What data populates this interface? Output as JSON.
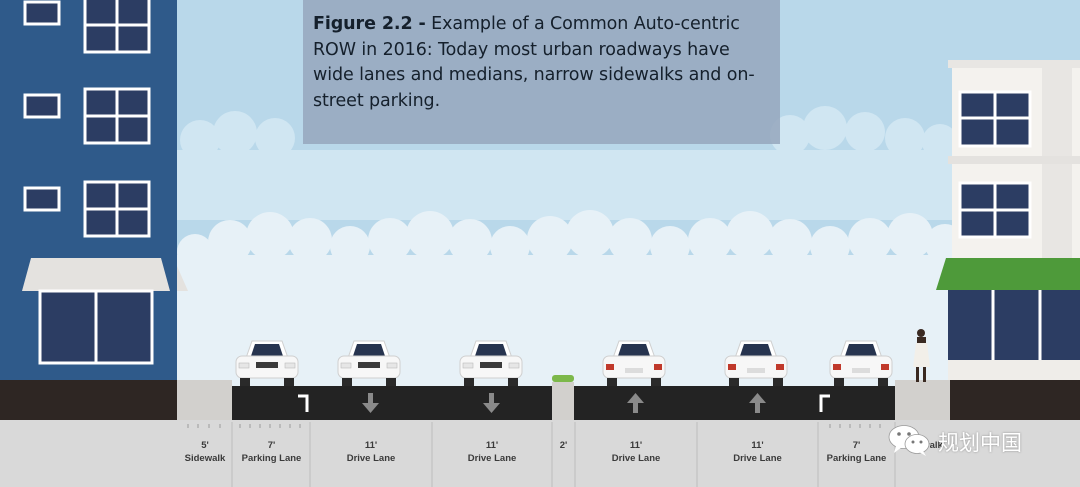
{
  "caption": {
    "figure_label": "Figure 2.2 -",
    "text": " Example of a Common Auto-centric ROW in 2016: Today most urban roadways have wide lanes and medians, narrow sidewalks and on-street parking."
  },
  "segments": [
    {
      "width": "5'",
      "name": "Sidewalk"
    },
    {
      "width": "7'",
      "name": "Parking Lane"
    },
    {
      "width": "11'",
      "name": "Drive Lane"
    },
    {
      "width": "11'",
      "name": "Drive Lane"
    },
    {
      "width": "2'",
      "name": ""
    },
    {
      "width": "11'",
      "name": "Drive Lane"
    },
    {
      "width": "11'",
      "name": "Drive Lane"
    },
    {
      "width": "7'",
      "name": "Parking Lane"
    },
    {
      "width": "",
      "name": "Sidewalk"
    }
  ],
  "watermark": {
    "text": "规划中国",
    "icon": "wechat-icon"
  },
  "colors": {
    "sky": "#b9d8ea",
    "road": "#232323",
    "sidewalk": "#d2d0cd",
    "building_left": "#2f5a8a",
    "awning_right": "#4e9a3a"
  }
}
